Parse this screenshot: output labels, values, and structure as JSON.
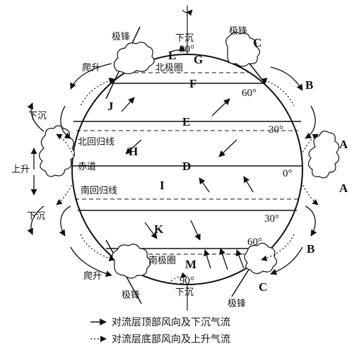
{
  "labels": {
    "ji_feng": "极锋",
    "xia_chen": "下沉",
    "pa_sheng": "爬升",
    "shang_sheng": "上升",
    "bei_ji_quan": "北极圈",
    "bei_hui_gui_xian": "北回归线",
    "chi_dao": "赤道",
    "nan_hui_gui_xian": "南回归线",
    "nan_ji_quan": "南极圈"
  },
  "degrees": {
    "d90": "90°",
    "d60": "60°",
    "d30": "30°",
    "d0": "0°"
  },
  "letters": {
    "A": "A",
    "B": "B",
    "C": "C",
    "D": "D",
    "E": "E",
    "F": "F",
    "G": "G",
    "H": "H",
    "I": "I",
    "J": "J",
    "K": "K",
    "L": "L",
    "M": "M"
  },
  "legend": {
    "top_flow": "对流层顶部风向及下沉气流",
    "bottom_flow": "对流层底部风向及上升气流"
  }
}
